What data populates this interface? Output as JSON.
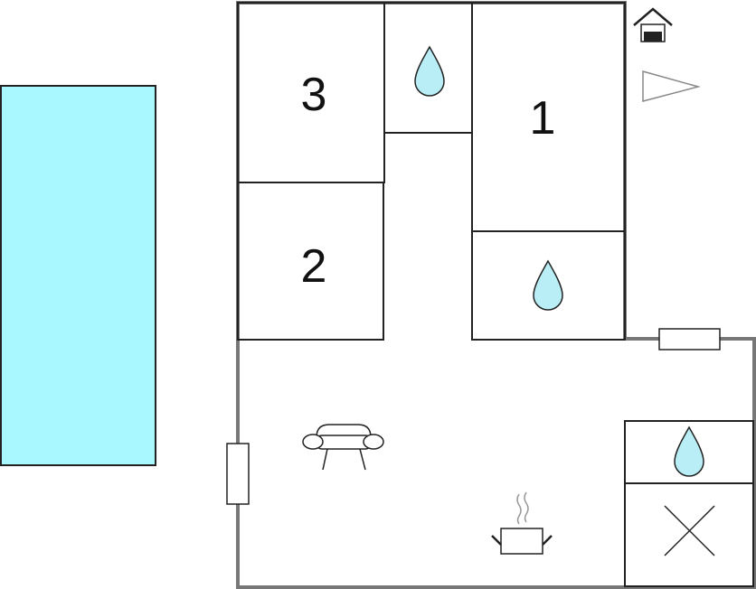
{
  "floorplan": {
    "rooms": [
      {
        "id": "bedroom-3",
        "label": "3",
        "type": "bedroom"
      },
      {
        "id": "bedroom-2",
        "label": "2",
        "type": "bedroom"
      },
      {
        "id": "bedroom-1",
        "label": "1",
        "type": "bedroom"
      },
      {
        "id": "bathroom-top",
        "label": "",
        "type": "bathroom",
        "icon": "water-drop-icon"
      },
      {
        "id": "bathroom-middle",
        "label": "",
        "type": "bathroom",
        "icon": "water-drop-icon"
      },
      {
        "id": "bathroom-bottom-right",
        "label": "",
        "type": "bathroom",
        "icon": "water-drop-icon"
      },
      {
        "id": "storage-room",
        "label": "",
        "type": "storage",
        "icon": "cross-icon"
      },
      {
        "id": "living-area",
        "label": "",
        "type": "living",
        "icons": [
          "sofa-icon",
          "cooking-pot-icon"
        ]
      }
    ],
    "outdoor": {
      "pool": "swimming-pool"
    },
    "legend_icons": [
      "house-entrance-icon",
      "north-arrow-icon"
    ],
    "colors": {
      "pool": "#aaf8ff",
      "water_drop": "#b9eef6",
      "outer_wall": "#777777",
      "inner_wall": "#222222",
      "background": "#ffffff"
    }
  }
}
